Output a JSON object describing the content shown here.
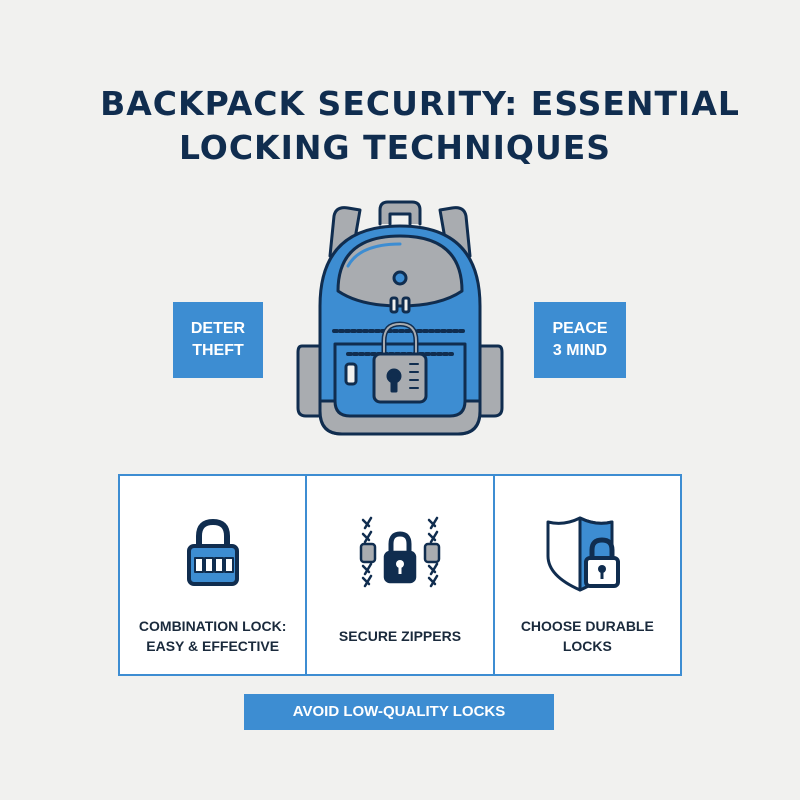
{
  "title": {
    "line1": "BACKPACK SECURITY: ESSENTIAL",
    "line2": "LOCKING TECHNIQUES"
  },
  "badges": {
    "left": {
      "line1": "DETER",
      "line2": "THEFT"
    },
    "right": {
      "line1": "PEACE",
      "line2": "3 MIND"
    }
  },
  "cards": [
    {
      "icon": "combination-lock-icon",
      "line1": "COMBINATION LOCK:",
      "line2": "EASY & EFFECTIVE"
    },
    {
      "icon": "secure-zippers-icon",
      "line1": "SECURE ZIPPERS",
      "line2": ""
    },
    {
      "icon": "shield-lock-icon",
      "line1": "CHOOSE DURABLE",
      "line2": "LOCKS"
    }
  ],
  "footer": {
    "label": "AVOID LOW-QUALITY LOCKS"
  },
  "colors": {
    "accent": "#3d8dd2",
    "navy": "#102d4f",
    "gray": "#a9acb0",
    "background": "#f1f1ef"
  }
}
